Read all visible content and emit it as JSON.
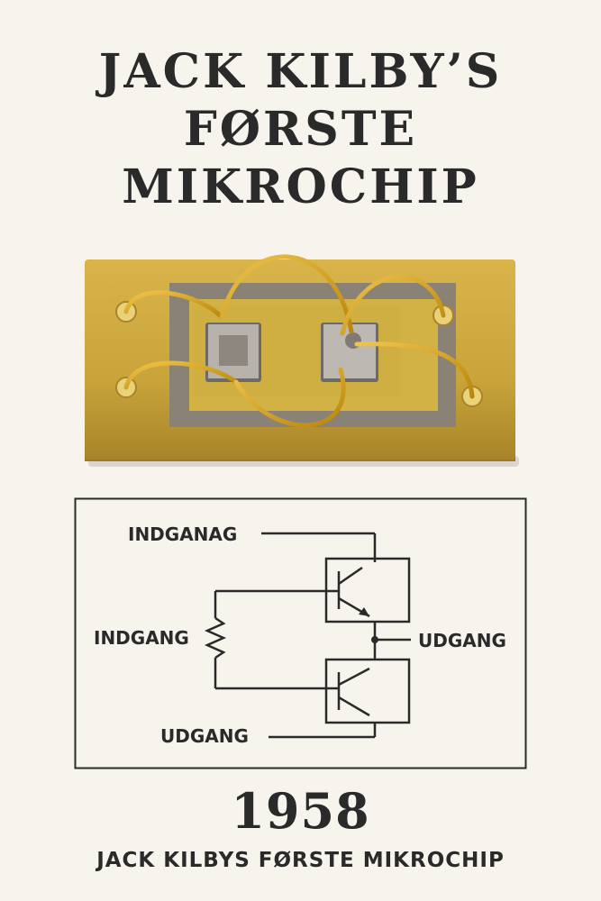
{
  "title": {
    "line1": "JACK KILBY’S",
    "line2": "FØRSTE",
    "line3": "MIKROCHIP"
  },
  "schematic": {
    "label_input_top": "INDGANAG",
    "label_input_left": "INDGANG",
    "label_output_right": "UDGANG",
    "label_output_bottom": "UDGANG"
  },
  "year": "1958",
  "subtitle": "JACK KILBYS FØRSTE MIKROCHIP",
  "colors": {
    "background": "#f7f4ee",
    "gold": "#c9a43a",
    "wire": "#d4a020",
    "oxide": "#8a8275",
    "ink": "#2a2a2a"
  }
}
